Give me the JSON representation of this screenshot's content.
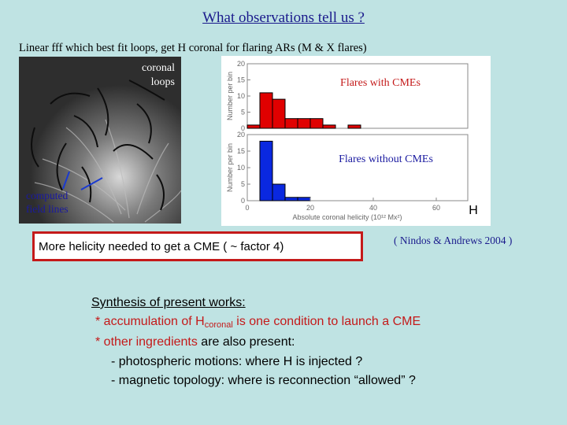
{
  "title": "What observations tell us ?",
  "subtitle": "Linear fff which best fit loops, get H coronal for flaring ARs   (M & X flares)",
  "image_labels": {
    "coronal_line1": "coronal",
    "coronal_line2": "loops",
    "computed_line1": "computed",
    "computed_line2": "field lines"
  },
  "histograms": {
    "with_cmes_label": "Flares with CMEs",
    "without_cmes_label": "Flares without CMEs",
    "axis_letter": "H",
    "ylabel": "Number per bin",
    "xlabel": "Absolute coronal helicity (10¹² Mx²)",
    "colors": {
      "with": "#e00000",
      "without": "#0a28e0"
    },
    "chart_data": [
      {
        "type": "bar",
        "series": [
          {
            "name": "Flares with CMEs",
            "values": [
              1,
              11,
              9,
              3,
              3,
              3,
              1,
              0,
              1,
              0,
              0,
              0,
              0,
              0,
              0
            ]
          }
        ],
        "y_ticks": [
          "0",
          "5",
          "10",
          "15",
          "20"
        ],
        "ylim": [
          0,
          20
        ],
        "bin_width": 4,
        "x_ticks": []
      },
      {
        "type": "bar",
        "series": [
          {
            "name": "Flares without CMEs",
            "values": [
              0,
              18,
              5,
              1,
              1,
              0,
              0,
              0,
              0,
              0,
              0,
              0,
              0,
              0,
              0
            ]
          }
        ],
        "y_ticks": [
          "0",
          "5",
          "10",
          "15",
          "20"
        ],
        "ylim": [
          0,
          20
        ],
        "bin_width": 4,
        "x_ticks": [
          "0",
          "20",
          "40",
          "60"
        ]
      }
    ]
  },
  "cme_statement": "More helicity needed to get a CME  ( ~ factor 4)",
  "reference": "( Nindos & Andrews 2004 )",
  "synthesis": {
    "title": "Synthesis of present works:",
    "line1_prefix": "* accumulation of H",
    "line1_sub": "coronal",
    "line1_suffix": "  is one condition to launch a CME",
    "line2_red": "* other ingredients",
    "line2_rest": " are also present:",
    "line3": "- photospheric motions: where H is injected ?",
    "line4": "- magnetic topology: where is reconnection “allowed” ?"
  }
}
